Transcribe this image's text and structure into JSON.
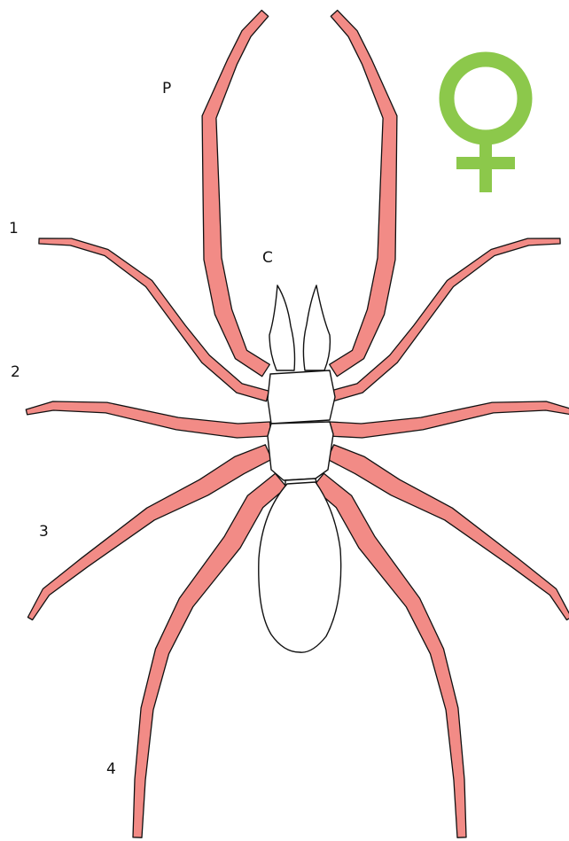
{
  "labels": {
    "pedipalp": "P",
    "chelicera": "C",
    "leg1": "1",
    "leg2": "2",
    "leg3": "3",
    "leg4": "4"
  },
  "colors": {
    "leg_fill": "#f28b86",
    "outline": "#111111",
    "body_fill": "#ffffff",
    "female_symbol": "#8cc84b"
  },
  "icons": {
    "female_symbol": "female-symbol-icon"
  },
  "legs_count_per_side": 4,
  "appendage_pairs": [
    "pedipalps",
    "leg-1",
    "leg-2",
    "leg-3",
    "leg-4"
  ]
}
